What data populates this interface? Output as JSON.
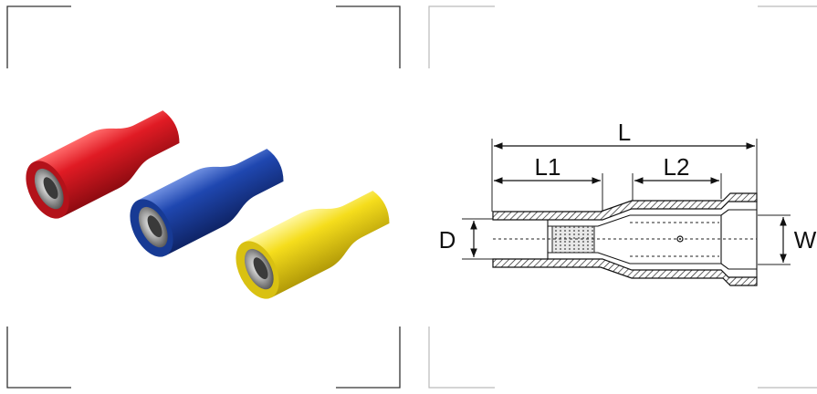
{
  "dimension_labels": {
    "total_length": "L",
    "length_1": "L1",
    "length_2": "L2",
    "diameter": "D",
    "width": "W"
  },
  "connector_colors": {
    "red": "#d8141f",
    "blue": "#1e45a8",
    "yellow": "#f2dc1a"
  },
  "frame_color": "#333333",
  "right_frame_color": "#bbbbbb"
}
